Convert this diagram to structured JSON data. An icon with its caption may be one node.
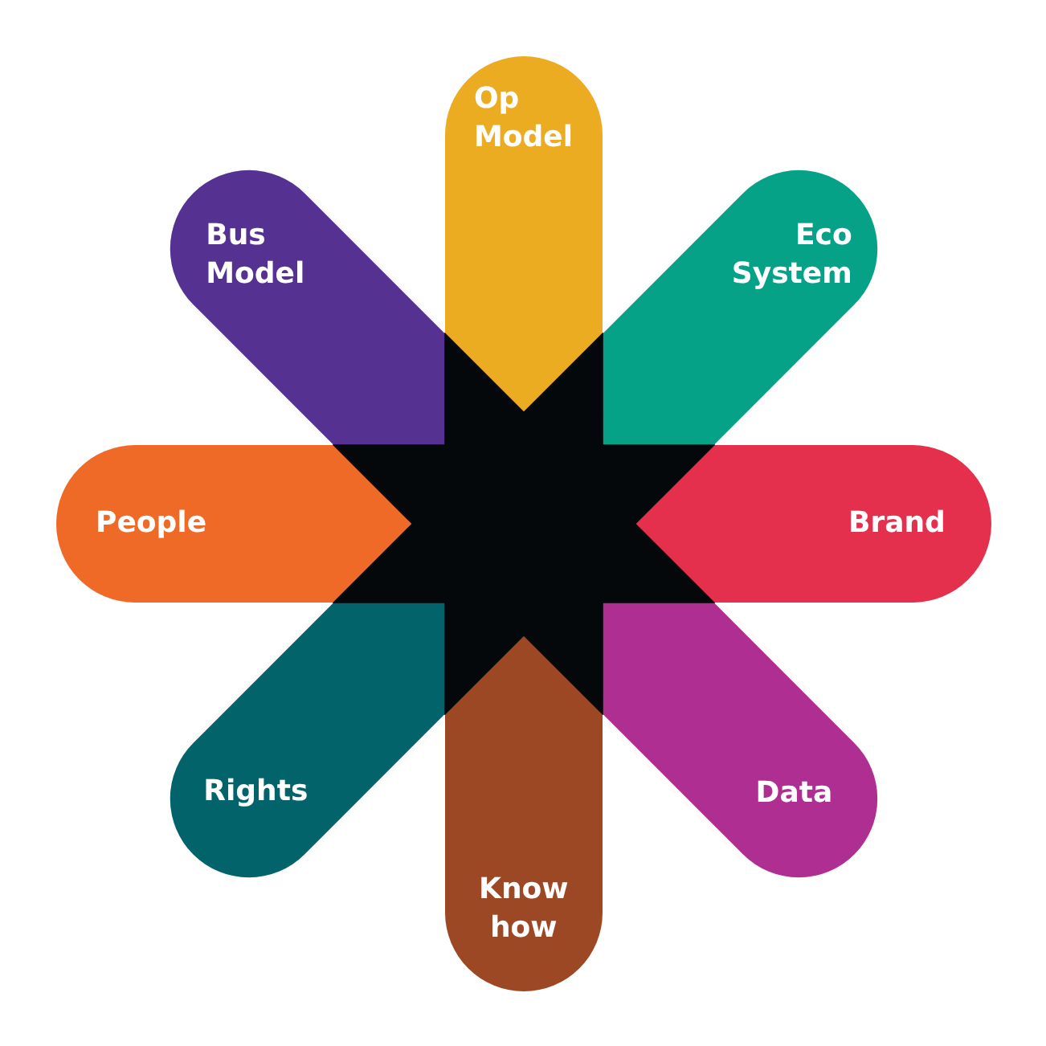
{
  "diagram": {
    "nodes": [
      {
        "text": [
          "Op Model"
        ]
      },
      {
        "text": [
          "Bus Model"
        ]
      },
      {
        "text": [
          "Eco System"
        ]
      },
      {
        "text": [
          "People"
        ]
      },
      {
        "text": [],
        "shape": "star"
      },
      {
        "text": [
          "Brand"
        ]
      },
      {
        "text": [
          "Rights"
        ]
      },
      {
        "text": [
          "Data"
        ]
      },
      {
        "text": [
          "Know how"
        ]
      }
    ]
  }
}
